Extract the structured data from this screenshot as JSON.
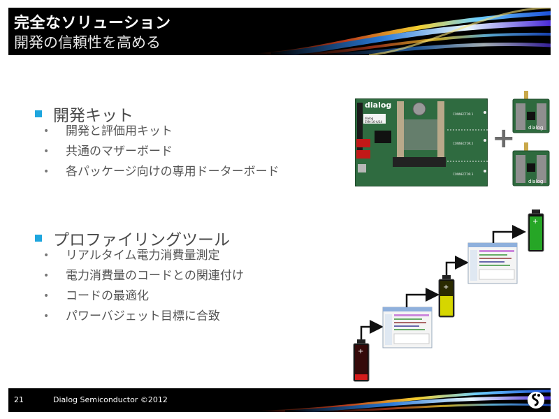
{
  "header": {
    "title": "完全なソリューション",
    "subtitle": "開発の信頼性を高める"
  },
  "sections": [
    {
      "heading": "開発キット",
      "items": [
        "開発と評価用キット",
        "共通のマザーボード",
        "各パッケージ向けの専用ドーターボード"
      ]
    },
    {
      "heading": "プロファイリングツール",
      "items": [
        "リアルタイム電力消費量測定",
        "電力消費量のコードとの関連付け",
        "コードの最適化",
        "パワーバジェット目標に合致"
      ]
    }
  ],
  "board": {
    "logo": "dialog",
    "labels": [
      "CONNECTOR 1",
      "CONNECTOR 2",
      "CONNECTOR 3"
    ],
    "badge_line1": "dialog",
    "badge_line2": "SYN-16-A/14"
  },
  "batteries": [
    {
      "level": 0.15,
      "color": "#d41b1b",
      "plus": "+"
    },
    {
      "level": 0.55,
      "color": "#d6d600",
      "plus": "+"
    },
    {
      "level": 0.95,
      "color": "#26a626",
      "plus": "+"
    }
  ],
  "footer": {
    "page_number": "21",
    "copyright": "Dialog Semiconductor ©2012"
  },
  "colors": {
    "accent_blue": "#1ea6de",
    "header_bg": "#000000",
    "board_green": "#2e6b3e"
  }
}
